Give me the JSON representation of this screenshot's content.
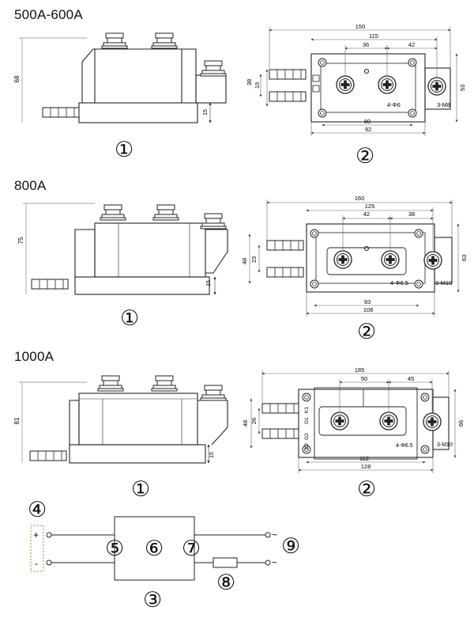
{
  "sections": [
    {
      "title": "500A-600A",
      "side": {
        "height": "68",
        "base": "15"
      },
      "top": {
        "overall": "150",
        "mount": "115",
        "pitch1": "36",
        "pitch2": "42",
        "h1": "38",
        "h2": "19",
        "depth": "53",
        "holes": "4-Φ6",
        "screws": "3-M8",
        "inner": "80",
        "outer": "92"
      }
    },
    {
      "title": "800A",
      "side": {
        "height": "75",
        "base": "15"
      },
      "top": {
        "overall": "160",
        "mount": "125",
        "pitch1": "42",
        "pitch2": "38",
        "h1": "48",
        "h2": "23",
        "depth": "63",
        "holes": "4-Φ6.5",
        "screws": "3-M10",
        "inner": "93",
        "outer": "108"
      }
    },
    {
      "title": "1000A",
      "side": {
        "height": "81",
        "base": "15"
      },
      "top": {
        "overall": "185",
        "pitch1": "50",
        "pitch2": "45",
        "h1": "48",
        "h2": "26",
        "depth": "66",
        "holes": "4-Φ6.5",
        "screws": "3-M10",
        "inner": "112",
        "outer": "128",
        "gate_left": [
          "G2",
          "K2"
        ],
        "gate_right": [
          "G1",
          "K1"
        ]
      }
    }
  ],
  "figure_labels": {
    "side": "①",
    "top": "②",
    "block": "③",
    "source": "④",
    "in_term": "⑤",
    "body": "⑥",
    "out_term": "⑦",
    "resistor": "⑧",
    "ac": "⑨"
  },
  "schematic": {
    "plus": "+",
    "minus": "-",
    "tilde": "~"
  }
}
